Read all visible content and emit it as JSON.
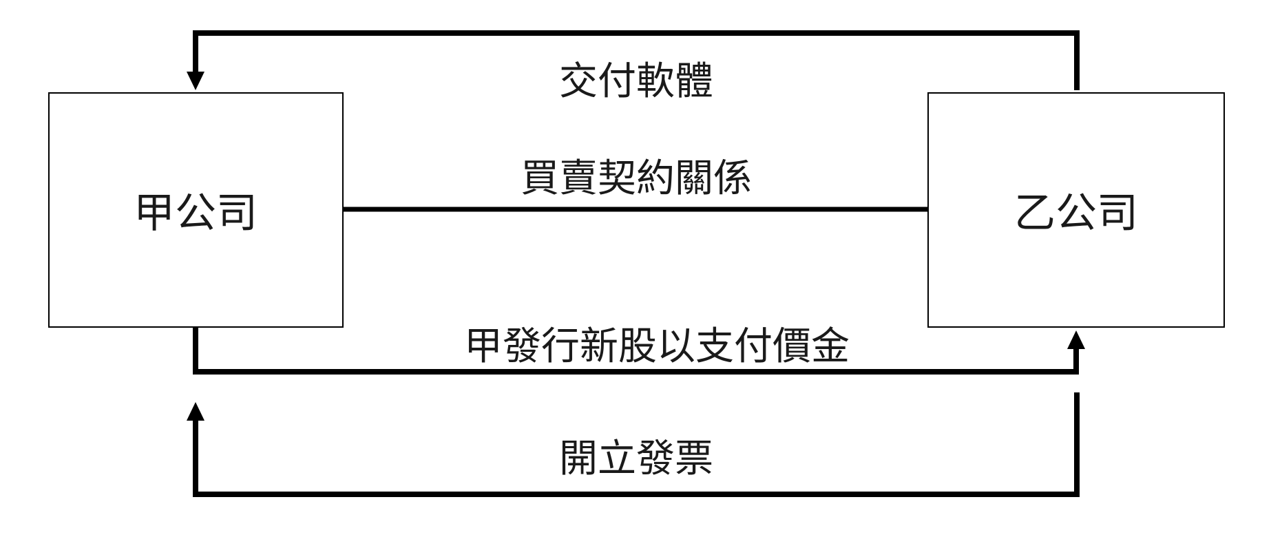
{
  "nodes": {
    "company_a": "甲公司",
    "company_b": "乙公司"
  },
  "edges": {
    "deliver_software": "交付軟體",
    "sales_contract": "買賣契約關係",
    "issue_shares_payment": "甲發行新股以支付價金",
    "issue_invoice": "開立發票"
  }
}
